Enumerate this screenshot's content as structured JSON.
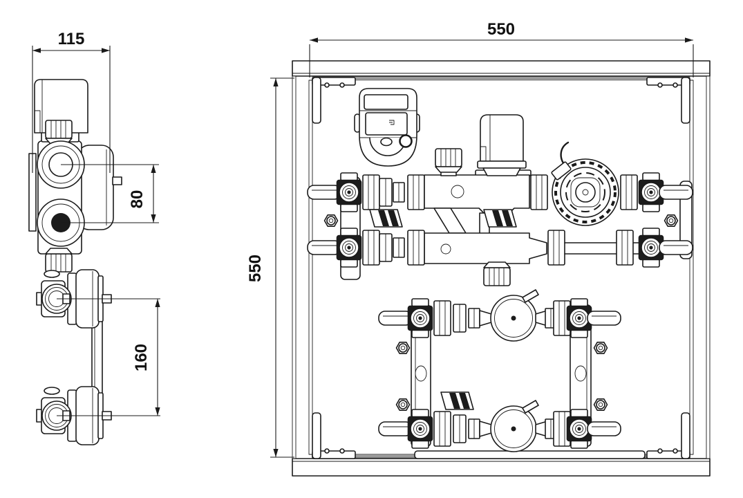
{
  "page": {
    "background": "#ffffff",
    "line_color": "#1a1a1a",
    "panel_edge_color": "#9a9a9a"
  },
  "drawing": {
    "type": "technical-orthographic-drawing",
    "views": {
      "side_view": {
        "width_dim": "115",
        "port_spacing_dim": "80",
        "pump_spacing_dim": "160"
      },
      "front_view": {
        "frame_width_dim": "550",
        "frame_height_dim": "550"
      }
    }
  }
}
